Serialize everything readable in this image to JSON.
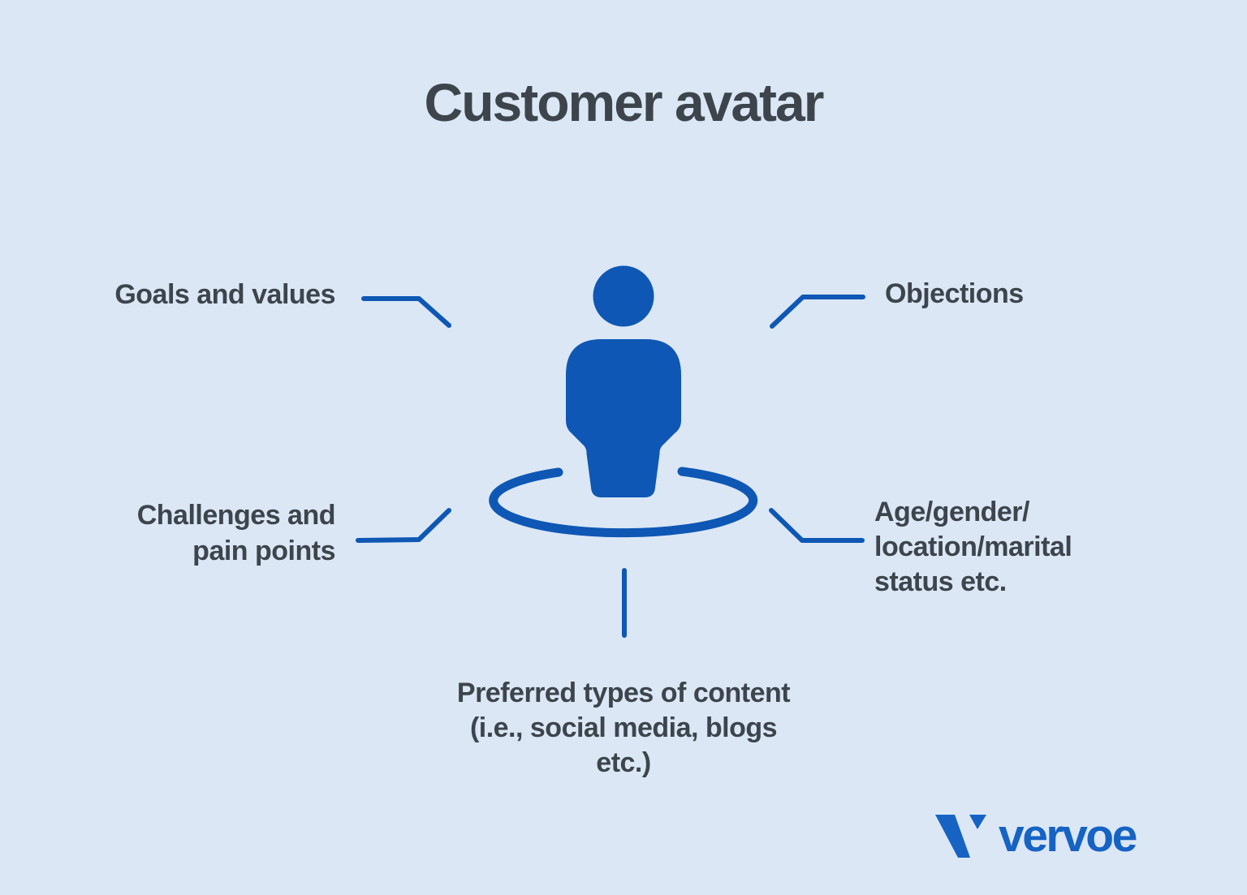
{
  "title": "Customer avatar",
  "colors": {
    "background": "#dbe7f5",
    "text": "#3d444c",
    "diagram_blue": "#0e57b4",
    "logo_blue": "#1663c4"
  },
  "icons": {
    "center": "person-in-ring-icon",
    "logo_mark": "vervoe-v-mark-icon"
  },
  "callouts": {
    "goals": {
      "text": "Goals and values"
    },
    "objections": {
      "text": "Objections"
    },
    "challenges": {
      "lines": [
        "Challenges and",
        "pain points"
      ]
    },
    "demographics": {
      "lines": [
        "Age/gender/",
        "location/marital",
        "status etc."
      ]
    },
    "content": {
      "lines": [
        "Preferred types of content",
        "(i.e., social media, blogs",
        "etc.)"
      ]
    }
  },
  "logo": {
    "text": "vervoe"
  }
}
